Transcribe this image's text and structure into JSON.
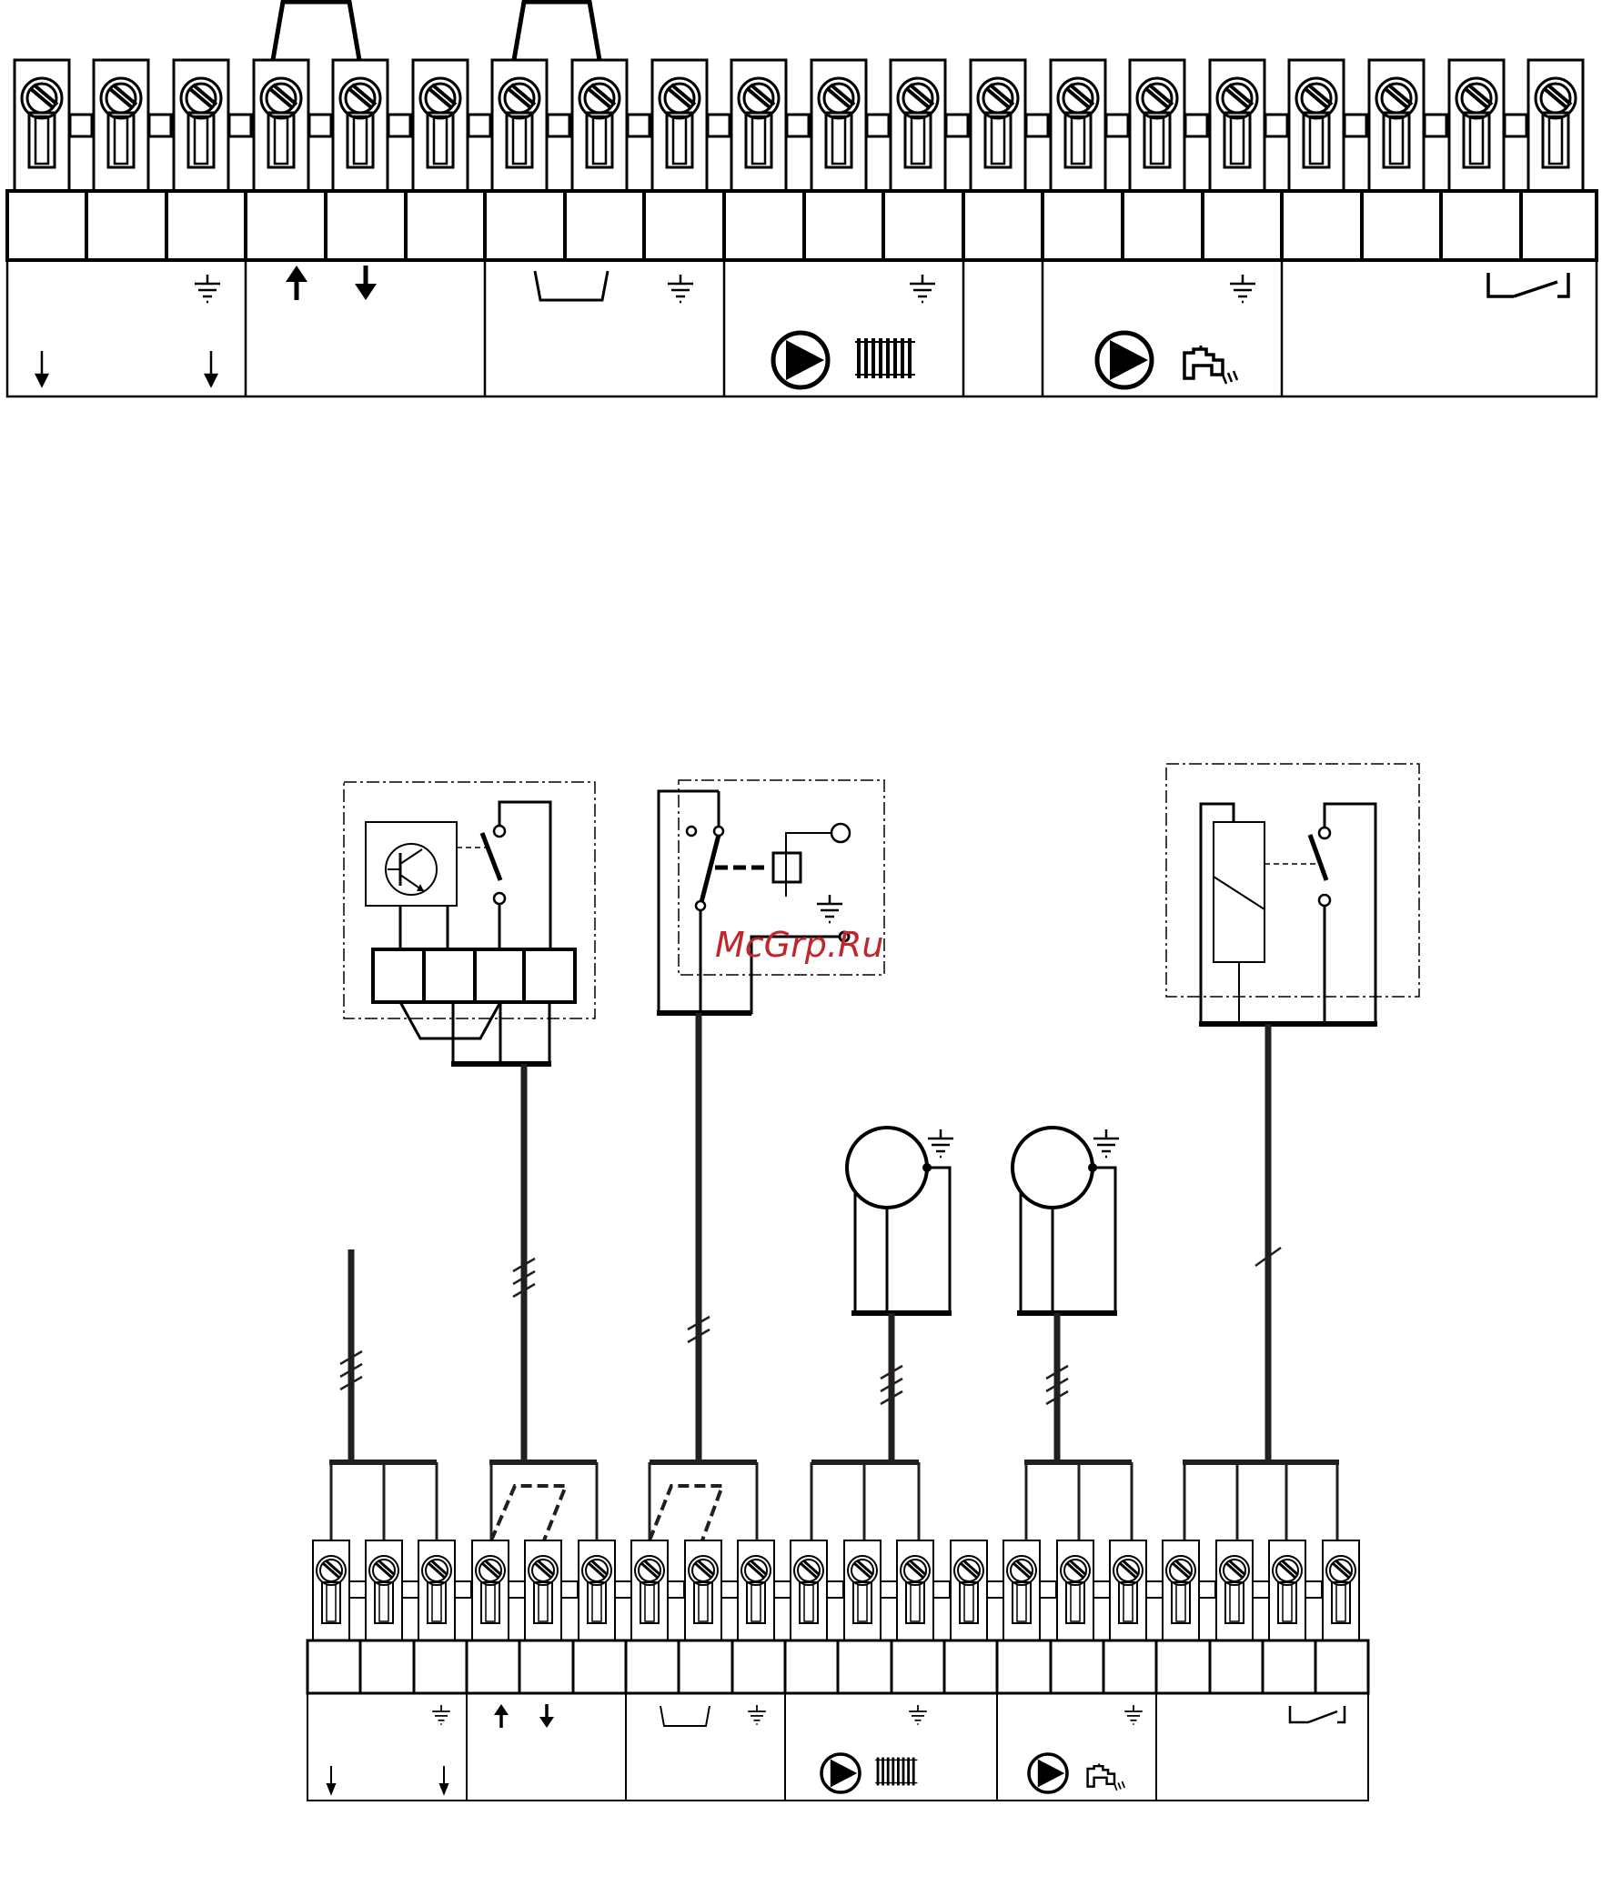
{
  "watermark": {
    "text": "McGrp.Ru",
    "color": "#c0272d"
  },
  "colors": {
    "line": "#000000",
    "wire": "#231f20",
    "background": "#ffffff"
  },
  "top_strip": {
    "terminal_count": 20,
    "jumpers": [
      [
        3,
        4
      ],
      [
        6,
        7
      ]
    ],
    "groups": [
      {
        "name": "group-1",
        "span": [
          0,
          2
        ],
        "symbols": [
          "earth",
          "arrow-down-left",
          "arrow-down-right"
        ]
      },
      {
        "name": "group-2",
        "span": [
          3,
          5
        ],
        "symbols": [
          "arrow-up-bold",
          "arrow-down-bold"
        ]
      },
      {
        "name": "group-3",
        "span": [
          6,
          8
        ],
        "symbols": [
          "bridge",
          "earth"
        ]
      },
      {
        "name": "group-4",
        "span": [
          9,
          11
        ],
        "symbols": [
          "earth",
          "pump",
          "radiator"
        ]
      },
      {
        "name": "group-5",
        "span": [
          12,
          12
        ],
        "symbols": []
      },
      {
        "name": "group-6",
        "span": [
          13,
          15
        ],
        "symbols": [
          "earth",
          "pump",
          "tap"
        ]
      },
      {
        "name": "group-7",
        "span": [
          16,
          19
        ],
        "symbols": [
          "switch-contact"
        ]
      }
    ]
  },
  "bottom_strip": {
    "terminal_count": 20,
    "groups": [
      {
        "name": "group-1",
        "span": [
          0,
          2
        ],
        "symbols": [
          "earth",
          "arrow-down-left",
          "arrow-down-right"
        ]
      },
      {
        "name": "group-2",
        "span": [
          3,
          5
        ],
        "symbols": [
          "arrow-up-bold",
          "arrow-down-bold"
        ]
      },
      {
        "name": "group-3",
        "span": [
          6,
          8
        ],
        "symbols": [
          "bridge",
          "earth"
        ]
      },
      {
        "name": "group-4",
        "span": [
          9,
          11
        ],
        "symbols": [
          "earth",
          "pump",
          "radiator"
        ]
      },
      {
        "name": "group-5",
        "span": [
          12,
          12
        ],
        "symbols": []
      },
      {
        "name": "group-6",
        "span": [
          13,
          15
        ],
        "symbols": [
          "earth",
          "pump",
          "tap"
        ]
      },
      {
        "name": "group-7",
        "span": [
          16,
          19
        ],
        "symbols": [
          "switch-contact"
        ]
      }
    ]
  },
  "components": [
    {
      "name": "room-thermostat-module",
      "type": "electronic-thermostat",
      "cable_conductors": 3
    },
    {
      "name": "thermostat-relay",
      "type": "relay",
      "cable_conductors": 2
    },
    {
      "name": "heating-pump-motor",
      "type": "motor",
      "cable_conductors": 3
    },
    {
      "name": "dhw-pump-motor",
      "type": "motor",
      "cable_conductors": 3
    },
    {
      "name": "external-device",
      "type": "switch-with-coil",
      "cable_conductors": 1
    },
    {
      "name": "power-supply-cable",
      "type": "cable",
      "cable_conductors": 3
    }
  ]
}
